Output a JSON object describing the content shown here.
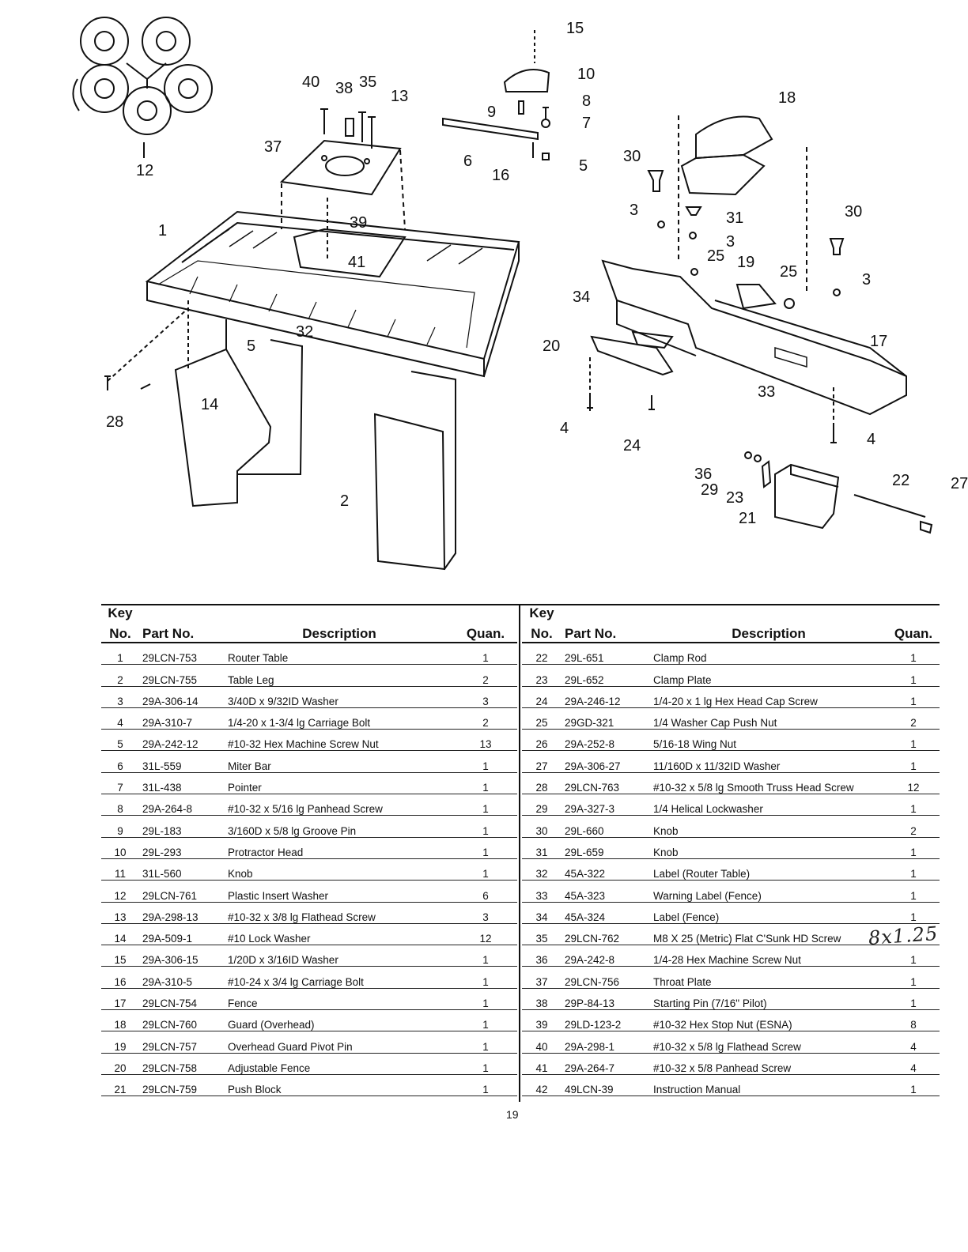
{
  "diagram": {
    "labels": [
      "1",
      "2",
      "3",
      "3",
      "3",
      "4",
      "4",
      "5",
      "5",
      "6",
      "7",
      "8",
      "9",
      "10",
      "12",
      "13",
      "14",
      "15",
      "16",
      "17",
      "18",
      "19",
      "20",
      "21",
      "22",
      "23",
      "24",
      "25",
      "25",
      "28",
      "29",
      "30",
      "30",
      "31",
      "32",
      "33",
      "34",
      "35",
      "36",
      "37",
      "38",
      "39",
      "40",
      "41",
      "27"
    ]
  },
  "table": {
    "headers": {
      "key_top": "Key",
      "key_bottom": "No.",
      "part": "Part No.",
      "desc": "Description",
      "qty": "Quan."
    },
    "left_rows": [
      {
        "key": "1",
        "part": "29LCN-753",
        "desc": "Router Table",
        "qty": "1"
      },
      {
        "key": "2",
        "part": "29LCN-755",
        "desc": "Table Leg",
        "qty": "2"
      },
      {
        "key": "3",
        "part": "29A-306-14",
        "desc": "3/40D x 9/32ID Washer",
        "qty": "3"
      },
      {
        "key": "4",
        "part": "29A-310-7",
        "desc": "1/4-20 x 1-3/4 lg Carriage Bolt",
        "qty": "2"
      },
      {
        "key": "5",
        "part": "29A-242-12",
        "desc": "#10-32 Hex Machine Screw Nut",
        "qty": "13"
      },
      {
        "key": "6",
        "part": "31L-559",
        "desc": "Miter Bar",
        "qty": "1"
      },
      {
        "key": "7",
        "part": "31L-438",
        "desc": "Pointer",
        "qty": "1"
      },
      {
        "key": "8",
        "part": "29A-264-8",
        "desc": "#10-32 x 5/16 lg Panhead Screw",
        "qty": "1"
      },
      {
        "key": "9",
        "part": "29L-183",
        "desc": "3/160D x 5/8 lg Groove Pin",
        "qty": "1"
      },
      {
        "key": "10",
        "part": "29L-293",
        "desc": "Protractor Head",
        "qty": "1"
      },
      {
        "key": "11",
        "part": "31L-560",
        "desc": "Knob",
        "qty": "1"
      },
      {
        "key": "12",
        "part": "29LCN-761",
        "desc": "Plastic Insert Washer",
        "qty": "6"
      },
      {
        "key": "13",
        "part": "29A-298-13",
        "desc": "#10-32 x 3/8 lg Flathead Screw",
        "qty": "3"
      },
      {
        "key": "14",
        "part": "29A-509-1",
        "desc": "#10 Lock Washer",
        "qty": "12"
      },
      {
        "key": "15",
        "part": "29A-306-15",
        "desc": "1/20D x 3/16ID Washer",
        "qty": "1"
      },
      {
        "key": "16",
        "part": "29A-310-5",
        "desc": "#10-24 x 3/4 lg Carriage Bolt",
        "qty": "1"
      },
      {
        "key": "17",
        "part": "29LCN-754",
        "desc": "Fence",
        "qty": "1"
      },
      {
        "key": "18",
        "part": "29LCN-760",
        "desc": "Guard (Overhead)",
        "qty": "1"
      },
      {
        "key": "19",
        "part": "29LCN-757",
        "desc": "Overhead Guard Pivot Pin",
        "qty": "1"
      },
      {
        "key": "20",
        "part": "29LCN-758",
        "desc": "Adjustable Fence",
        "qty": "1"
      },
      {
        "key": "21",
        "part": "29LCN-759",
        "desc": "Push Block",
        "qty": "1"
      }
    ],
    "right_rows": [
      {
        "key": "22",
        "part": "29L-651",
        "desc": "Clamp Rod",
        "qty": "1"
      },
      {
        "key": "23",
        "part": "29L-652",
        "desc": "Clamp Plate",
        "qty": "1"
      },
      {
        "key": "24",
        "part": "29A-246-12",
        "desc": "1/4-20 x 1 lg Hex Head Cap Screw",
        "qty": "1"
      },
      {
        "key": "25",
        "part": "29GD-321",
        "desc": "1/4 Washer Cap Push Nut",
        "qty": "2"
      },
      {
        "key": "26",
        "part": "29A-252-8",
        "desc": "5/16-18 Wing Nut",
        "qty": "1"
      },
      {
        "key": "27",
        "part": "29A-306-27",
        "desc": "11/160D x 11/32ID Washer",
        "qty": "1"
      },
      {
        "key": "28",
        "part": "29LCN-763",
        "desc": "#10-32 x 5/8 lg Smooth Truss Head Screw",
        "qty": "12"
      },
      {
        "key": "29",
        "part": "29A-327-3",
        "desc": "1/4 Helical Lockwasher",
        "qty": "1"
      },
      {
        "key": "30",
        "part": "29L-660",
        "desc": "Knob",
        "qty": "2"
      },
      {
        "key": "31",
        "part": "29L-659",
        "desc": "Knob",
        "qty": "1"
      },
      {
        "key": "32",
        "part": "45A-322",
        "desc": "Label (Router Table)",
        "qty": "1"
      },
      {
        "key": "33",
        "part": "45A-323",
        "desc": "Warning Label (Fence)",
        "qty": "1"
      },
      {
        "key": "34",
        "part": "45A-324",
        "desc": "Label (Fence)",
        "qty": "1"
      },
      {
        "key": "35",
        "part": "29LCN-762",
        "desc": "M8 X 25 (Metric) Flat C'Sunk HD Screw",
        "qty": ""
      },
      {
        "key": "36",
        "part": "29A-242-8",
        "desc": "1/4-28 Hex Machine Screw Nut",
        "qty": "1"
      },
      {
        "key": "37",
        "part": "29LCN-756",
        "desc": "Throat Plate",
        "qty": "1"
      },
      {
        "key": "38",
        "part": "29P-84-13",
        "desc": "Starting Pin (7/16\" Pilot)",
        "qty": "1"
      },
      {
        "key": "39",
        "part": "29LD-123-2",
        "desc": "#10-32 Hex Stop Nut (ESNA)",
        "qty": "8"
      },
      {
        "key": "40",
        "part": "29A-298-1",
        "desc": "#10-32 x 5/8 lg Flathead Screw",
        "qty": "4"
      },
      {
        "key": "41",
        "part": "29A-264-7",
        "desc": "#10-32 x 5/8 Panhead Screw",
        "qty": "4"
      },
      {
        "key": "42",
        "part": "49LCN-39",
        "desc": "Instruction Manual",
        "qty": "1"
      }
    ]
  },
  "handwritten_note": "8x1.25",
  "page_number": "19"
}
